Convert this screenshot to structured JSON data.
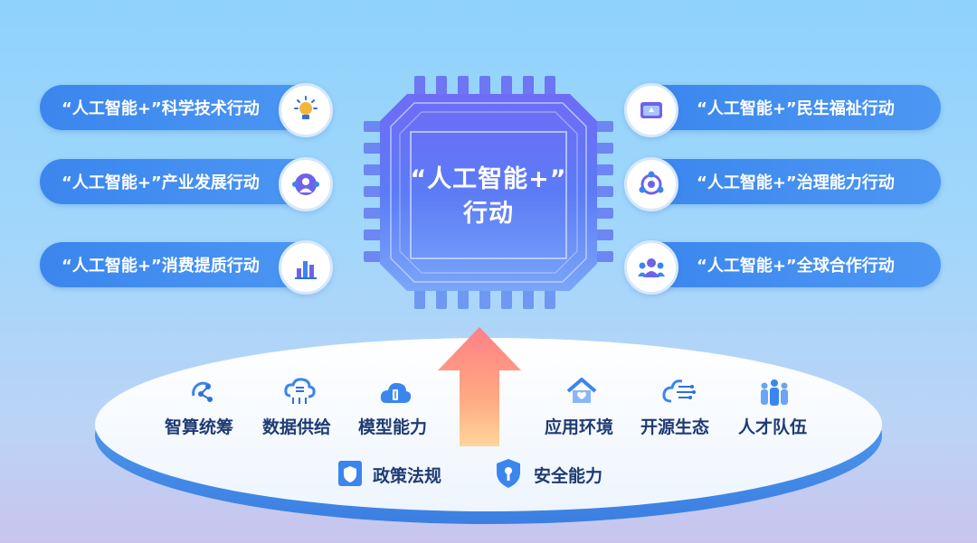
{
  "center": {
    "line1": "“人工智能+”",
    "line2": "行动"
  },
  "actions_left": [
    {
      "label": "“人工智能+”科学技术行动",
      "icon": "lightbulb-icon"
    },
    {
      "label": "“人工智能+”产业发展行动",
      "icon": "people-network-icon"
    },
    {
      "label": "“人工智能+”消费提质行动",
      "icon": "bar-chart-icon"
    }
  ],
  "actions_right": [
    {
      "label": "“人工智能+”民生福祉行动",
      "icon": "wallet-icon"
    },
    {
      "label": "“人工智能+”治理能力行动",
      "icon": "network-icon"
    },
    {
      "label": "“人工智能+”全球合作行动",
      "icon": "group-icon"
    }
  ],
  "foundation_top": [
    {
      "label": "智算统筹",
      "icon": "share-nodes-icon"
    },
    {
      "label": "数据供给",
      "icon": "data-cloud-icon"
    },
    {
      "label": "模型能力",
      "icon": "cloud-model-icon"
    },
    {
      "label": "应用环境",
      "icon": "home-icon"
    },
    {
      "label": "开源生态",
      "icon": "cloud-circuit-icon"
    },
    {
      "label": "人才队伍",
      "icon": "team-icon"
    }
  ],
  "foundation_bottom": [
    {
      "label": "政策法规",
      "icon": "shield-icon"
    },
    {
      "label": "安全能力",
      "icon": "shield-key-icon"
    }
  ],
  "colors": {
    "pill_blue": "#3f8cf0",
    "chip_purple": "#6a6bf5",
    "label_navy": "#1f3b73",
    "arrow_top": "#ff8a7a",
    "arrow_bottom": "#ffc07a"
  }
}
